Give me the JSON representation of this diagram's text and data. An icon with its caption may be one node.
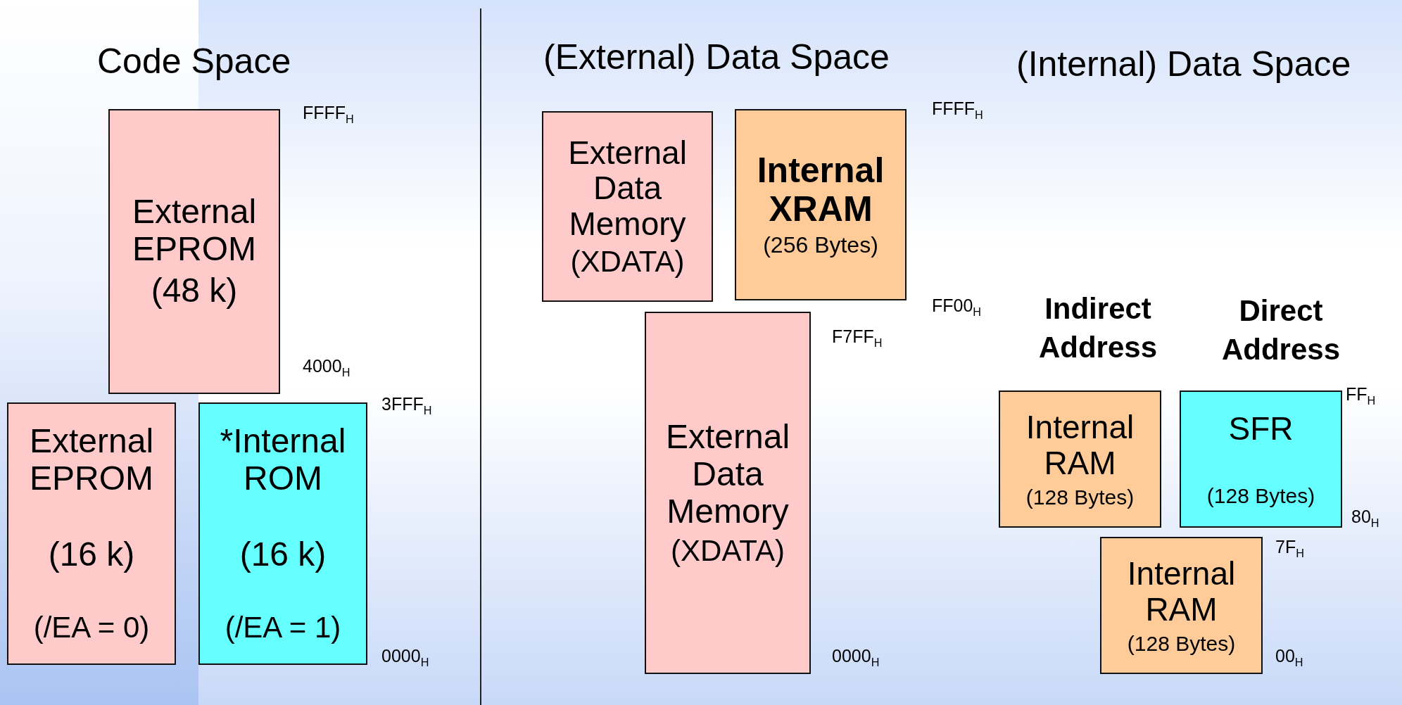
{
  "diagram": {
    "nodes": [
      {
        "text": [
          "External EPROM",
          "(48 k)"
        ]
      },
      {
        "text": [
          "External EPROM",
          "(16 k)",
          "(/EA = 0)"
        ]
      },
      {
        "text": [
          "*Internal ROM",
          "(16 k)",
          "(/EA = 1)"
        ]
      },
      {
        "text": [
          "External Data Memory",
          "(XDATA)"
        ]
      },
      {
        "text": [
          "Internal XRAM",
          "(256 Bytes)"
        ]
      },
      {
        "text": [
          "External Data Memory",
          "(XDATA)"
        ]
      },
      {
        "text": [
          "Internal RAM",
          "(128 Bytes)"
        ]
      },
      {
        "text": [
          "SFR",
          "(128 Bytes)"
        ]
      },
      {
        "text": [
          "Internal RAM",
          "(128 Bytes)"
        ]
      }
    ],
    "labels": [
      "Code Space",
      "(External) Data Space",
      "(Internal) Data Space",
      "FFFF$_{H}$",
      "FFFF$_{H}$",
      "FF00$_{H}$",
      "Indirect Address",
      "Direct Address",
      "F7FF$_{H}$",
      "4000$_{H}$",
      "FF$_{H}$",
      "3FFF$_{H}$",
      "80$_{H}$",
      "7F$_{H}$",
      "0000$_{H}$",
      "0000$_{H}$",
      "00$_{H}$"
    ]
  }
}
